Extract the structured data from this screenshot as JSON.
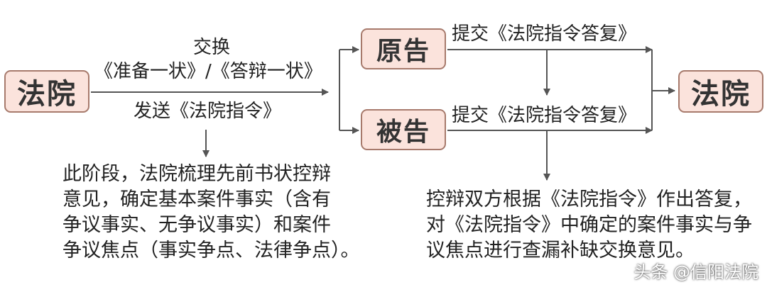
{
  "nodes": {
    "court_left": "法院",
    "plaintiff": "原告",
    "defendant": "被告",
    "court_right": "法院"
  },
  "edges": {
    "exchange_line1": "交换",
    "exchange_line2": "《准备一状》/《答辩一状》",
    "send": "发送《法院指令》",
    "plaintiff_submit": "提交《法院指令答复》",
    "defendant_submit": "提交《法院指令答复》"
  },
  "notes": {
    "court_stage": [
      "此阶段，法院梳理先前书状控辩",
      "意见，确定基本案件事实（含有",
      "争议事实、无争议事实）和案件",
      "争议焦点（事实争点、法律争点）。"
    ],
    "parties_response": [
      "控辩双方根据《法院指令》作出答复，",
      "对《法院指令》中确定的案件事实与争",
      "议焦点进行查漏补缺交换意见。"
    ]
  },
  "watermark": "头条 @信阳法院",
  "colors": {
    "node_fill": "#fbe3dc",
    "node_border": "#a77a6c",
    "line": "#555555"
  }
}
